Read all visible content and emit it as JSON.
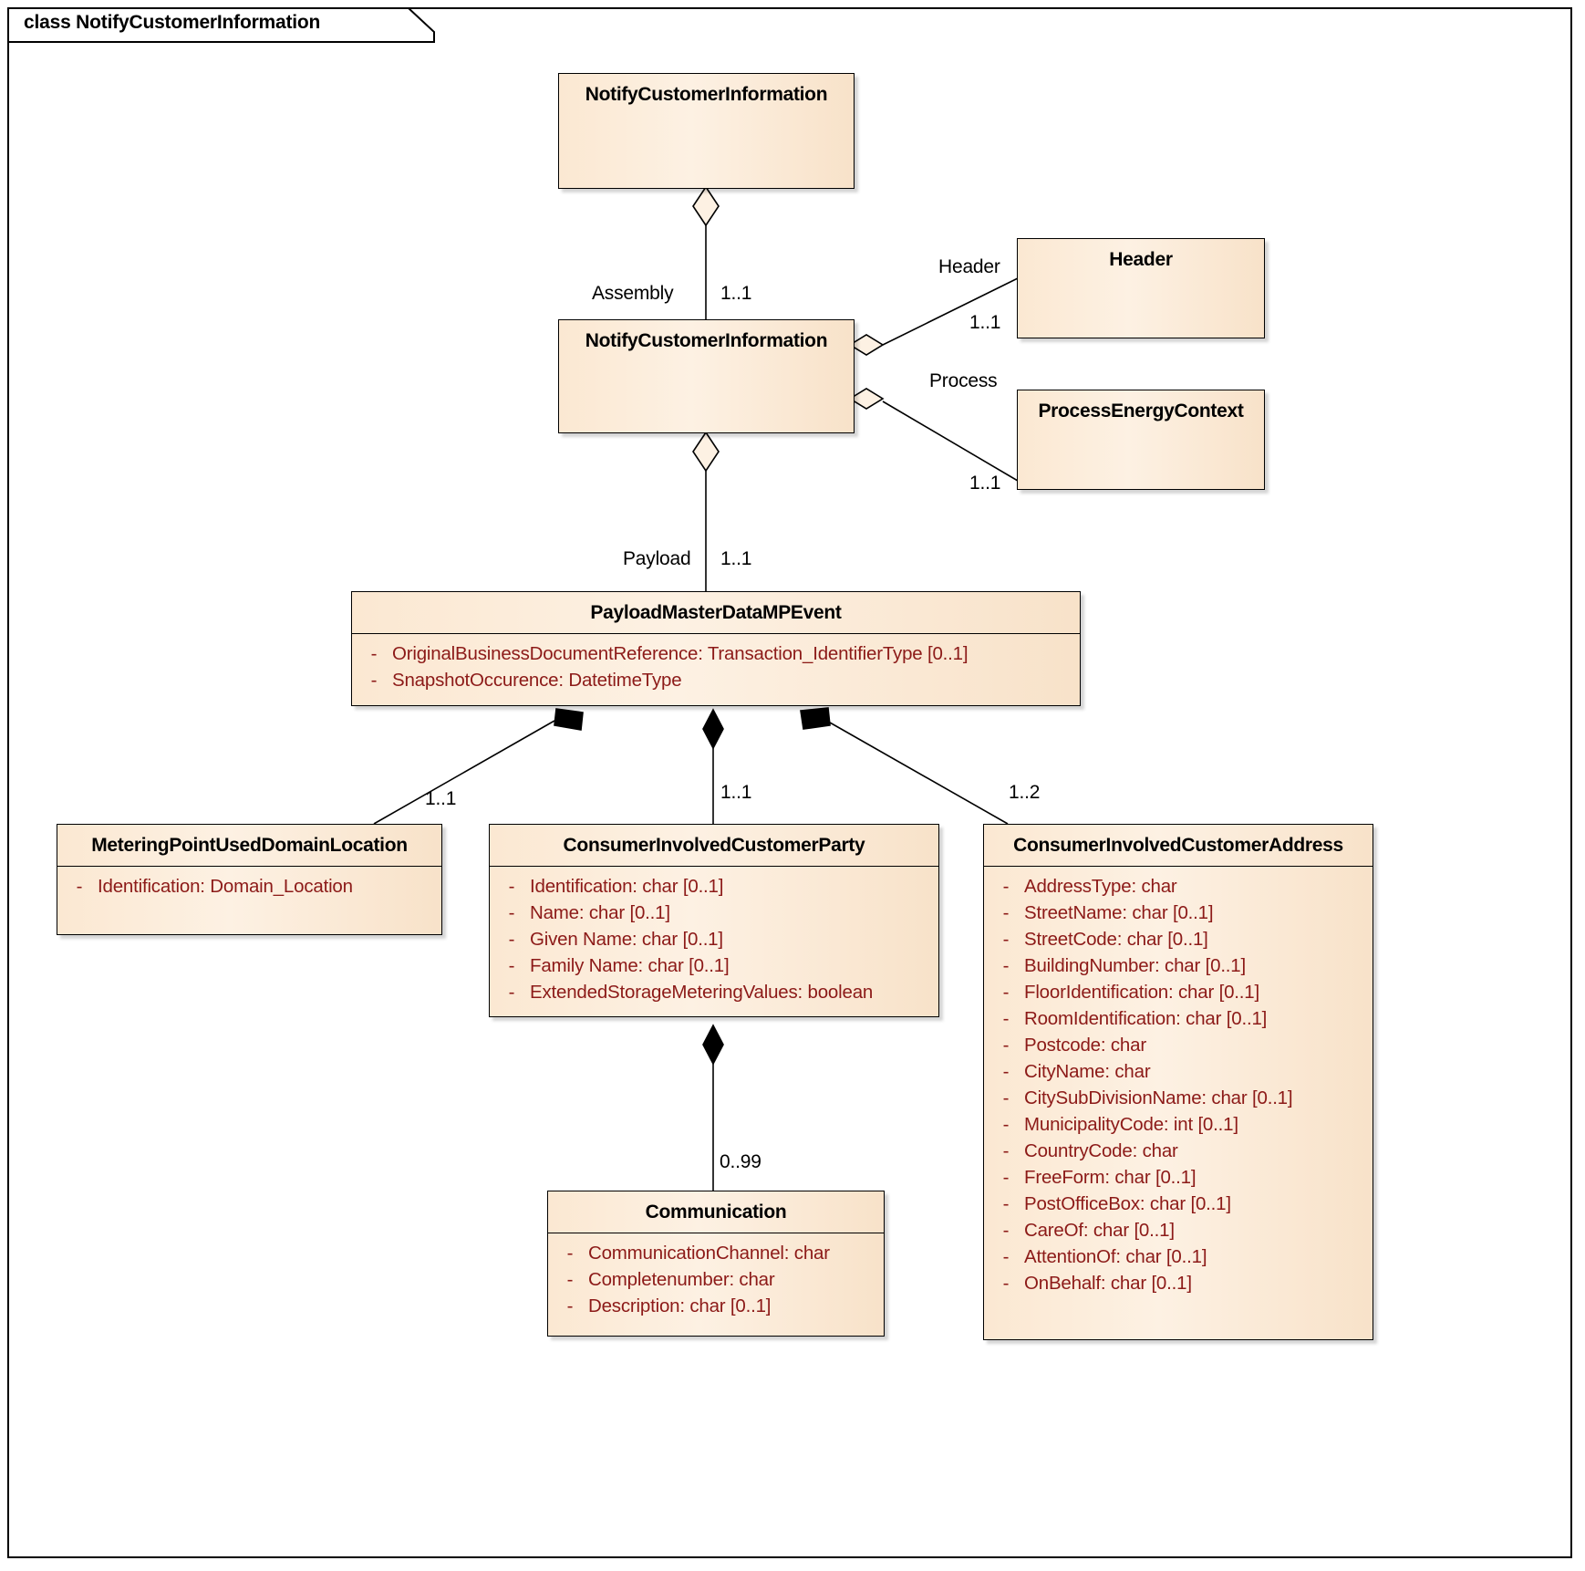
{
  "diagram": {
    "frame_label": "class NotifyCustomerInformation",
    "type": "uml-class-diagram"
  },
  "classes": {
    "notify_top": {
      "name": "NotifyCustomerInformation",
      "attributes": []
    },
    "notify_mid": {
      "name": "NotifyCustomerInformation",
      "attributes": []
    },
    "header": {
      "name": "Header",
      "attributes": []
    },
    "process_energy_context": {
      "name": "ProcessEnergyContext",
      "attributes": []
    },
    "payload": {
      "name": "PayloadMasterDataMPEvent",
      "attributes": [
        {
          "vis": "-",
          "text": "OriginalBusinessDocumentReference: Transaction_IdentifierType [0..1]"
        },
        {
          "vis": "-",
          "text": "SnapshotOccurence: DatetimeType"
        }
      ]
    },
    "metering_point": {
      "name": "MeteringPointUsedDomainLocation",
      "attributes": [
        {
          "vis": "-",
          "text": "Identification: Domain_Location"
        }
      ]
    },
    "customer_party": {
      "name": "ConsumerInvolvedCustomerParty",
      "attributes": [
        {
          "vis": "-",
          "text": "Identification: char [0..1]"
        },
        {
          "vis": "-",
          "text": "Name: char [0..1]"
        },
        {
          "vis": "-",
          "text": "Given Name: char [0..1]"
        },
        {
          "vis": "-",
          "text": "Family Name: char [0..1]"
        },
        {
          "vis": "-",
          "text": "ExtendedStorageMeteringValues: boolean"
        }
      ]
    },
    "customer_address": {
      "name": "ConsumerInvolvedCustomerAddress",
      "attributes": [
        {
          "vis": "-",
          "text": "AddressType: char"
        },
        {
          "vis": "-",
          "text": "StreetName: char [0..1]"
        },
        {
          "vis": "-",
          "text": "StreetCode: char [0..1]"
        },
        {
          "vis": "-",
          "text": "BuildingNumber: char [0..1]"
        },
        {
          "vis": "-",
          "text": "FloorIdentification: char [0..1]"
        },
        {
          "vis": "-",
          "text": "RoomIdentification: char [0..1]"
        },
        {
          "vis": "-",
          "text": "Postcode: char"
        },
        {
          "vis": "-",
          "text": "CityName: char"
        },
        {
          "vis": "-",
          "text": "CitySubDivisionName: char [0..1]"
        },
        {
          "vis": "-",
          "text": "MunicipalityCode: int [0..1]"
        },
        {
          "vis": "-",
          "text": "CountryCode: char"
        },
        {
          "vis": "-",
          "text": "FreeForm: char [0..1]"
        },
        {
          "vis": "-",
          "text": "PostOfficeBox: char [0..1]"
        },
        {
          "vis": "-",
          "text": "CareOf: char [0..1]"
        },
        {
          "vis": "-",
          "text": "AttentionOf: char [0..1]"
        },
        {
          "vis": "-",
          "text": "OnBehalf: char [0..1]"
        }
      ]
    },
    "communication": {
      "name": "Communication",
      "attributes": [
        {
          "vis": "-",
          "text": "CommunicationChannel: char"
        },
        {
          "vis": "-",
          "text": "Completenumber: char"
        },
        {
          "vis": "-",
          "text": "Description: char [0..1]"
        }
      ]
    }
  },
  "associations": {
    "assembly": {
      "role": "Assembly",
      "multiplicity": "1..1"
    },
    "header": {
      "role": "Header",
      "multiplicity": "1..1"
    },
    "process": {
      "role": "Process",
      "multiplicity": "1..1"
    },
    "payload": {
      "role": "Payload",
      "multiplicity": "1..1"
    },
    "metering_point": {
      "role": "",
      "multiplicity": "1..1"
    },
    "customer_party": {
      "role": "",
      "multiplicity": "1..1"
    },
    "customer_address": {
      "role": "",
      "multiplicity": "1..2"
    },
    "communication": {
      "role": "",
      "multiplicity": "0..99"
    }
  },
  "colors": {
    "class_fill": "#fbe8d2",
    "attribute_text": "#8c1a18",
    "border": "#000000",
    "background": "#ffffff"
  }
}
